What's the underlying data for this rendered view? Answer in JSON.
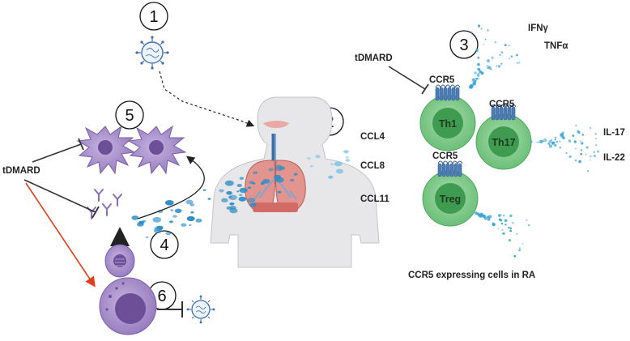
{
  "steps": [
    "1",
    "2",
    "3",
    "4",
    "5",
    "6"
  ],
  "drug_label": "tDMARD",
  "chemokines": [
    "CCL4",
    "CCL8",
    "CCL11"
  ],
  "receptor_label": "CCR5",
  "t_cells": [
    "Th1",
    "Th17",
    "Treg"
  ],
  "cytokines_th1": [
    "IFNγ",
    "TNFα"
  ],
  "cytokines_th17": [
    "IL-17",
    "IL-22"
  ],
  "caption": "CCR5 expressing cells in RA",
  "icons": [
    "virus-icon",
    "lungs-icon",
    "dendritic-cell-icon",
    "antibody-icon",
    "plasma-cell-icon",
    "macrophage-icon",
    "t-cell-icon",
    "ccr5-receptor-icon"
  ],
  "colors": {
    "inhibition_line": "#333333",
    "activation_arrow": "#e0401b",
    "t_cell_fill": "#7fc98a",
    "t_cell_nucleus": "#3f9b50",
    "cytokine_dot": "#3aa5d6",
    "immune_cell_purple": "#9a7fc0",
    "virus_blue": "#3e6fb0"
  }
}
